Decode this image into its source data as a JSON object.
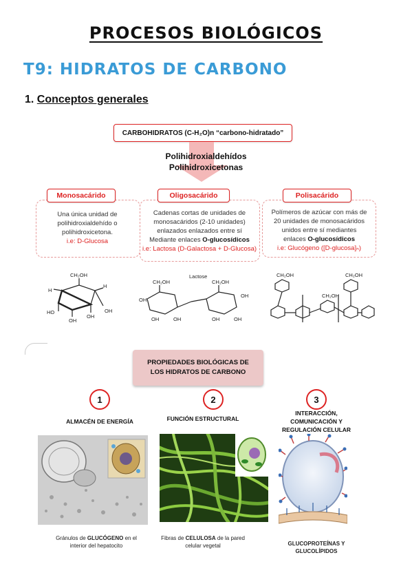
{
  "header": {
    "main_title": "PROCESOS BIOLÓGICOS",
    "topic_title": "T9: HIDRATOS DE CARBONO",
    "section_number": "1.",
    "section_title": "Conceptos generales"
  },
  "concept_map": {
    "root_label": "CARBOHIDRATOS (C-H₂O)n “carbono-hidratado”",
    "root_sub_1": "Polihidroxialdehídos",
    "root_sub_2": "Polihidroxicetonas",
    "types": [
      {
        "label": "Monosacárido",
        "desc_1": "Una única unidad de",
        "desc_2": "polihidroxialdehído o",
        "desc_3": "polihidroxicetona.",
        "example": "i.e: D-Glucosa"
      },
      {
        "label": "Oligosacárido",
        "desc_1": "Cadenas cortas de unidades de",
        "desc_2": "monosacáridos (2-10 unidades)",
        "desc_3": "enlazados enlazados entre sí",
        "desc_4": "Mediante enlaces",
        "desc_bold": "O-glucosídicos",
        "example": "i.e: Lactosa (D-Galactosa + D-Glucosa)"
      },
      {
        "label": "Polisacárido",
        "desc_1": "Polímeros de azúcar con más de",
        "desc_2": "20 unidades de monosacáridos",
        "desc_3": "unidos entre sí mediantes",
        "desc_4": "enlaces",
        "desc_bold": "O-glucosídicos",
        "example": "i.e: Glucógeno ([D-glucosa]ₙ)"
      }
    ],
    "molecules": {
      "lactose_label": "Lactose",
      "ch2oh": "CH₂OH",
      "oh": "OH",
      "h": "H",
      "ho": "HO"
    }
  },
  "properties": {
    "title_1": "PROPIEDADES BIOLÓGICAS DE",
    "title_2": "LOS HIDRATOS DE CARBONO",
    "items": [
      {
        "number": "1",
        "title": "ALMACÉN DE ENERGÍA",
        "caption_pre": "Gránulos de ",
        "caption_bold": "GLUCÓGENO",
        "caption_post": " en el",
        "caption_2": "interior del hepatocito"
      },
      {
        "number": "2",
        "title": "FUNCIÓN ESTRUCTURAL",
        "caption_pre": "Fibras de ",
        "caption_bold": "CELULOSA",
        "caption_post": " de la pared",
        "caption_2": "celular vegetal"
      },
      {
        "number": "3",
        "title_1": "INTERACCIÓN,",
        "title_2": "COMUNICACIÓN Y",
        "title_3": "REGULACIÓN CELULAR",
        "caption_1": "GLUCOPROTEÍNAS Y",
        "caption_2": "GLUCOLÍPIDOS"
      }
    ]
  },
  "colors": {
    "accent_blue": "#3a9bd6",
    "accent_red": "#dd2222",
    "props_box": "#ecc8c8"
  }
}
